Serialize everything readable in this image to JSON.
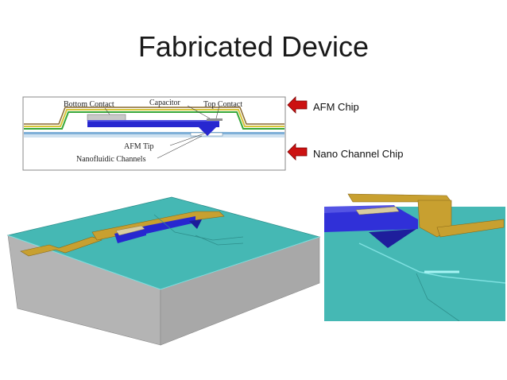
{
  "slide": {
    "title": "Fabricated Device"
  },
  "schematic": {
    "labels": {
      "bottom_contact": "Bottom Contact",
      "capacitor": "Capacitor",
      "top_contact": "Top Contact",
      "afm_tip": "AFM Tip",
      "nanofluidic_channels": "Nanofluidic Channels"
    }
  },
  "callouts": {
    "afm_chip": "AFM Chip",
    "nano_channel_chip": "Nano Channel Chip",
    "arrow_color": "#cc1111"
  },
  "colors": {
    "substrate_teal": "#45b8b4",
    "substrate_edge": "#b4b4b4",
    "gold_contact": "#c8a030",
    "blue_cantilever": "#2727d0",
    "green_layer": "#38a838"
  }
}
